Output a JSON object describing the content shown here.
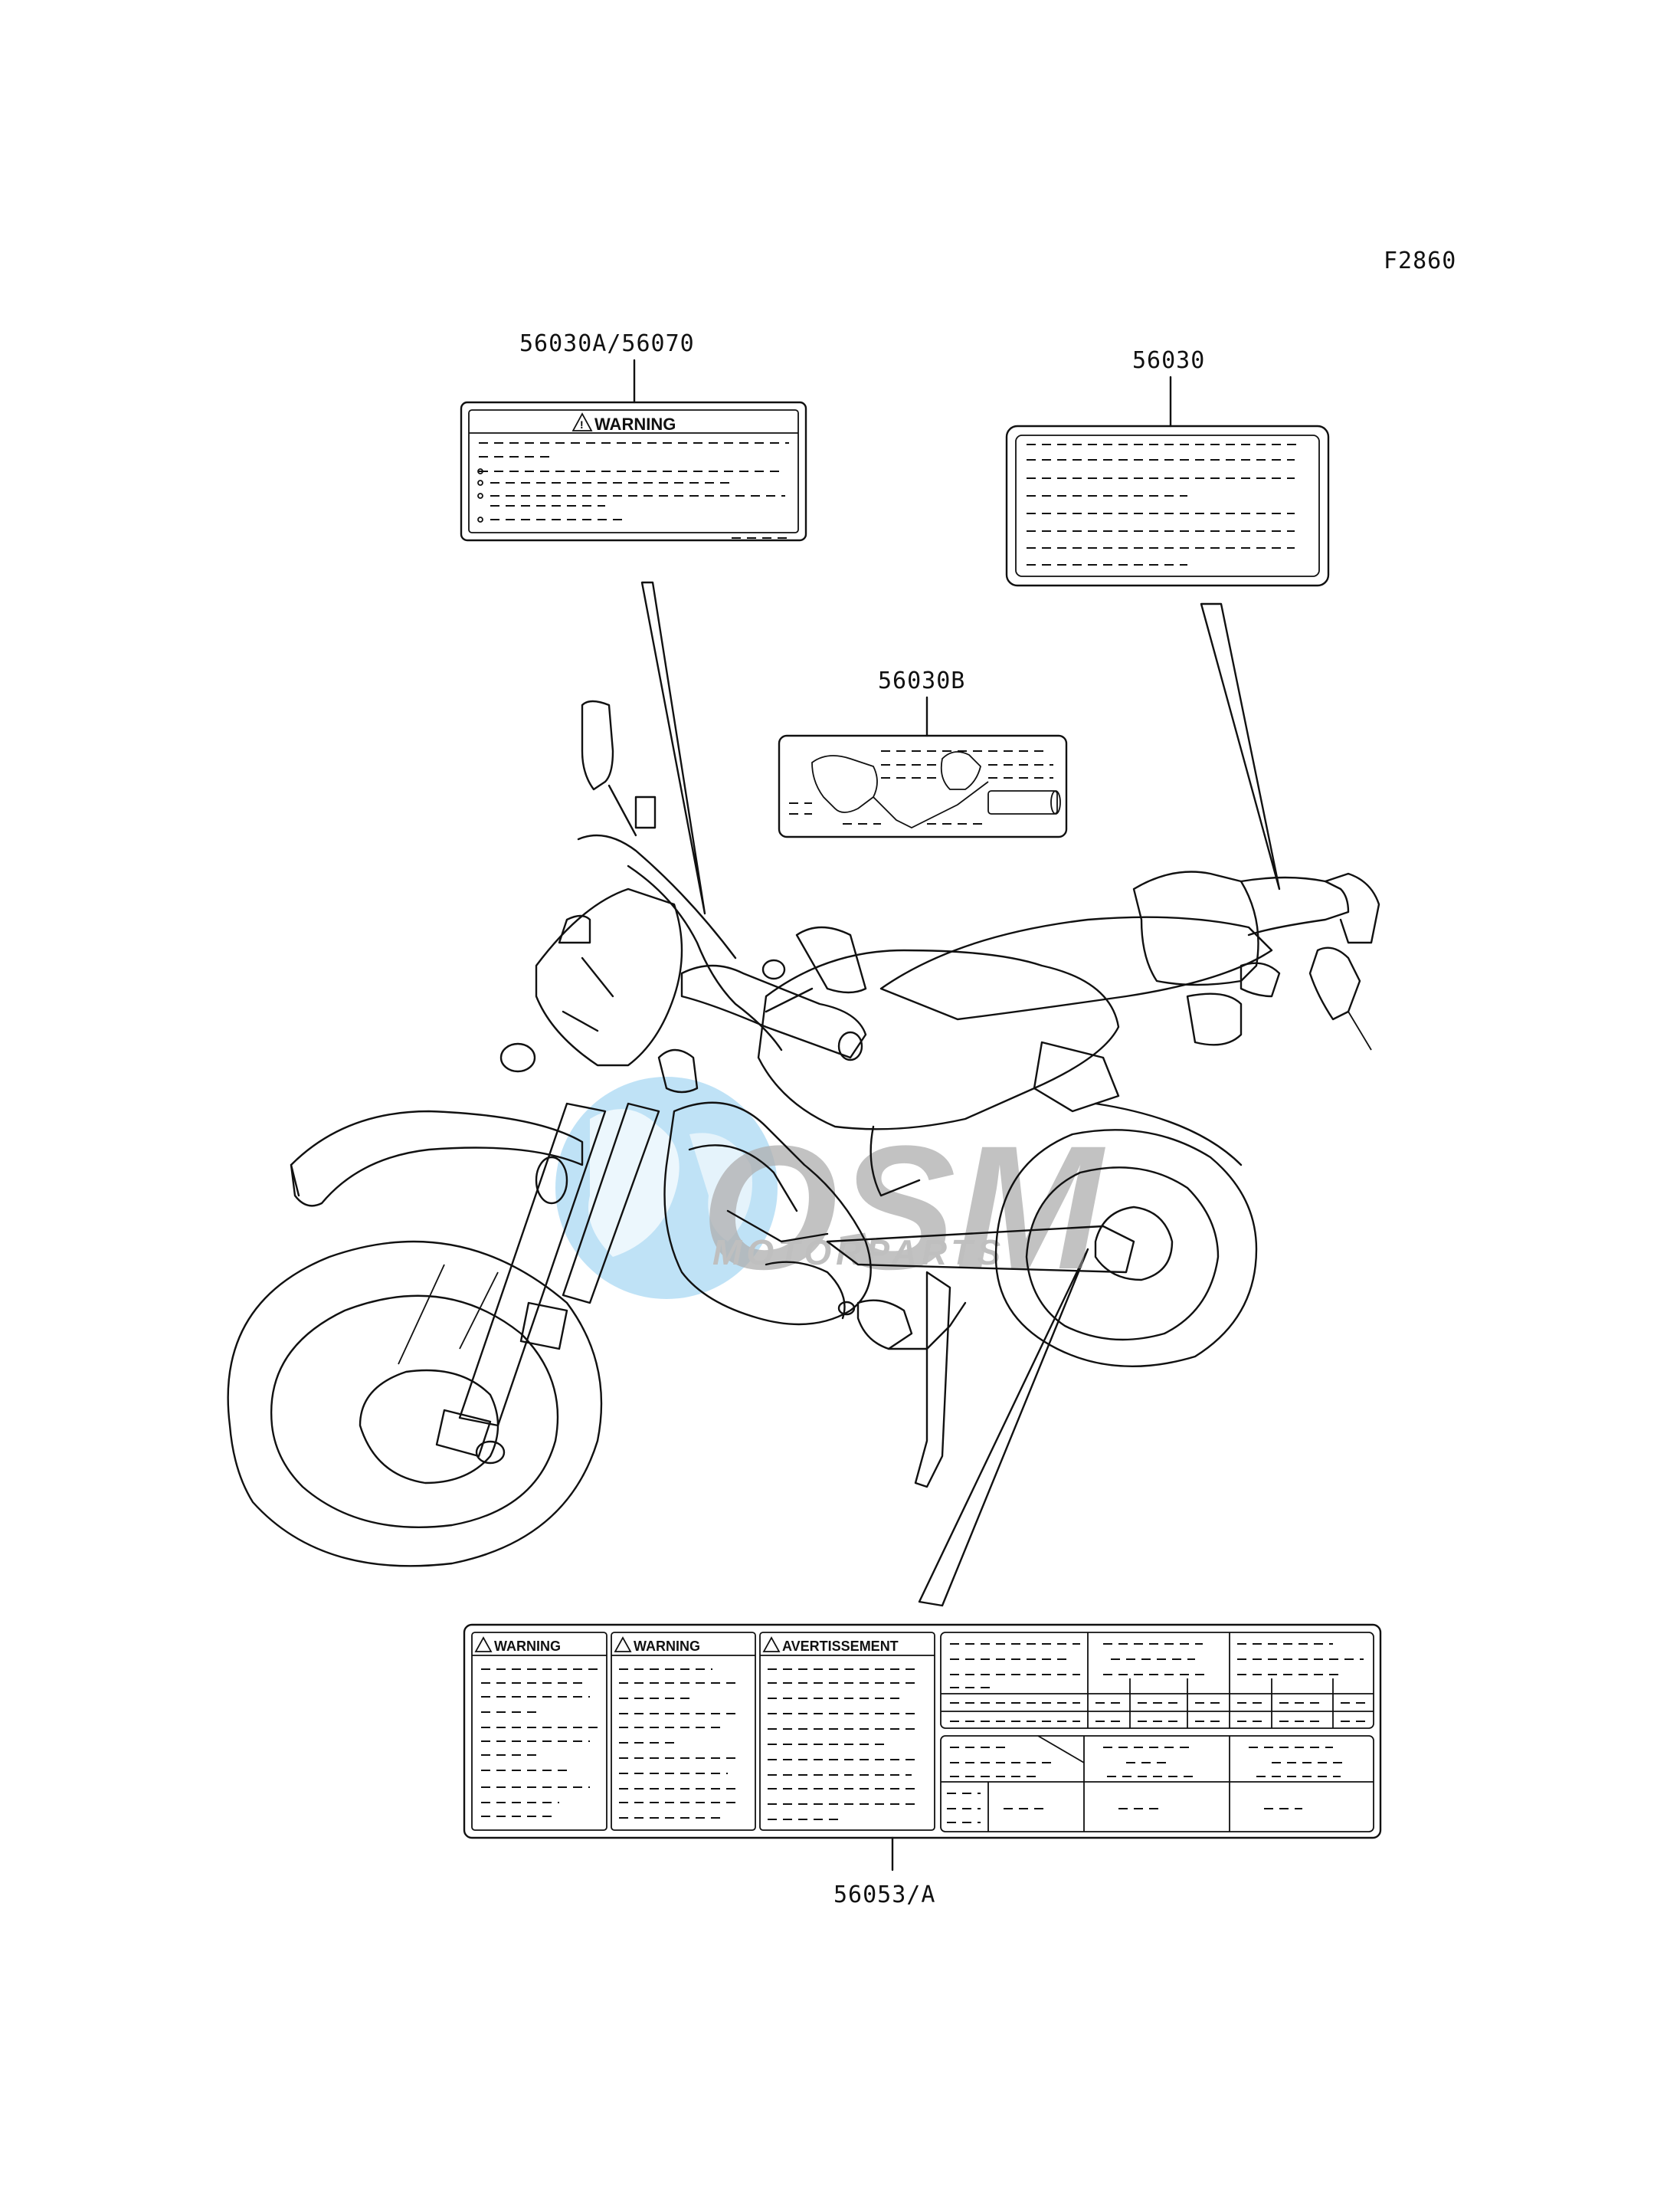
{
  "figure_id": "F2860",
  "labels": {
    "top_left": "56030A/56070",
    "top_right": "56030",
    "middle": "56030B",
    "bottom": "56053/A"
  },
  "label_texts": {
    "warning": "WARNING",
    "avertissement": "AVERTISSEMENT"
  },
  "watermark": {
    "brand": "OSM",
    "subtitle": "MOTORPARTS",
    "colors": {
      "globe": "#7cc4ef",
      "letters": "#9a9a9a"
    }
  },
  "colors": {
    "ink": "#111111",
    "background": "#ffffff"
  }
}
